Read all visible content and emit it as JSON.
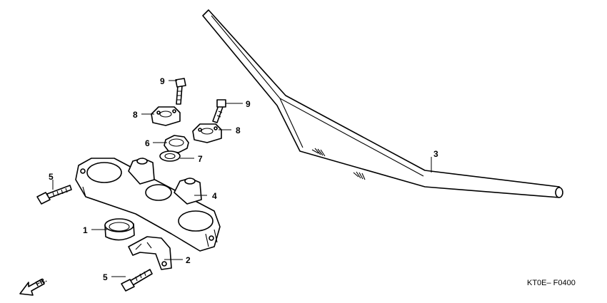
{
  "callouts": {
    "c1": "1",
    "c2": "2",
    "c3": "3",
    "c4": "4",
    "c5a": "5",
    "c5b": "5",
    "c6": "6",
    "c7": "7",
    "c8a": "8",
    "c8b": "8",
    "c9a": "9",
    "c9b": "9"
  },
  "direction_label": "FR.",
  "diagram_code": "KT0E– F0400"
}
